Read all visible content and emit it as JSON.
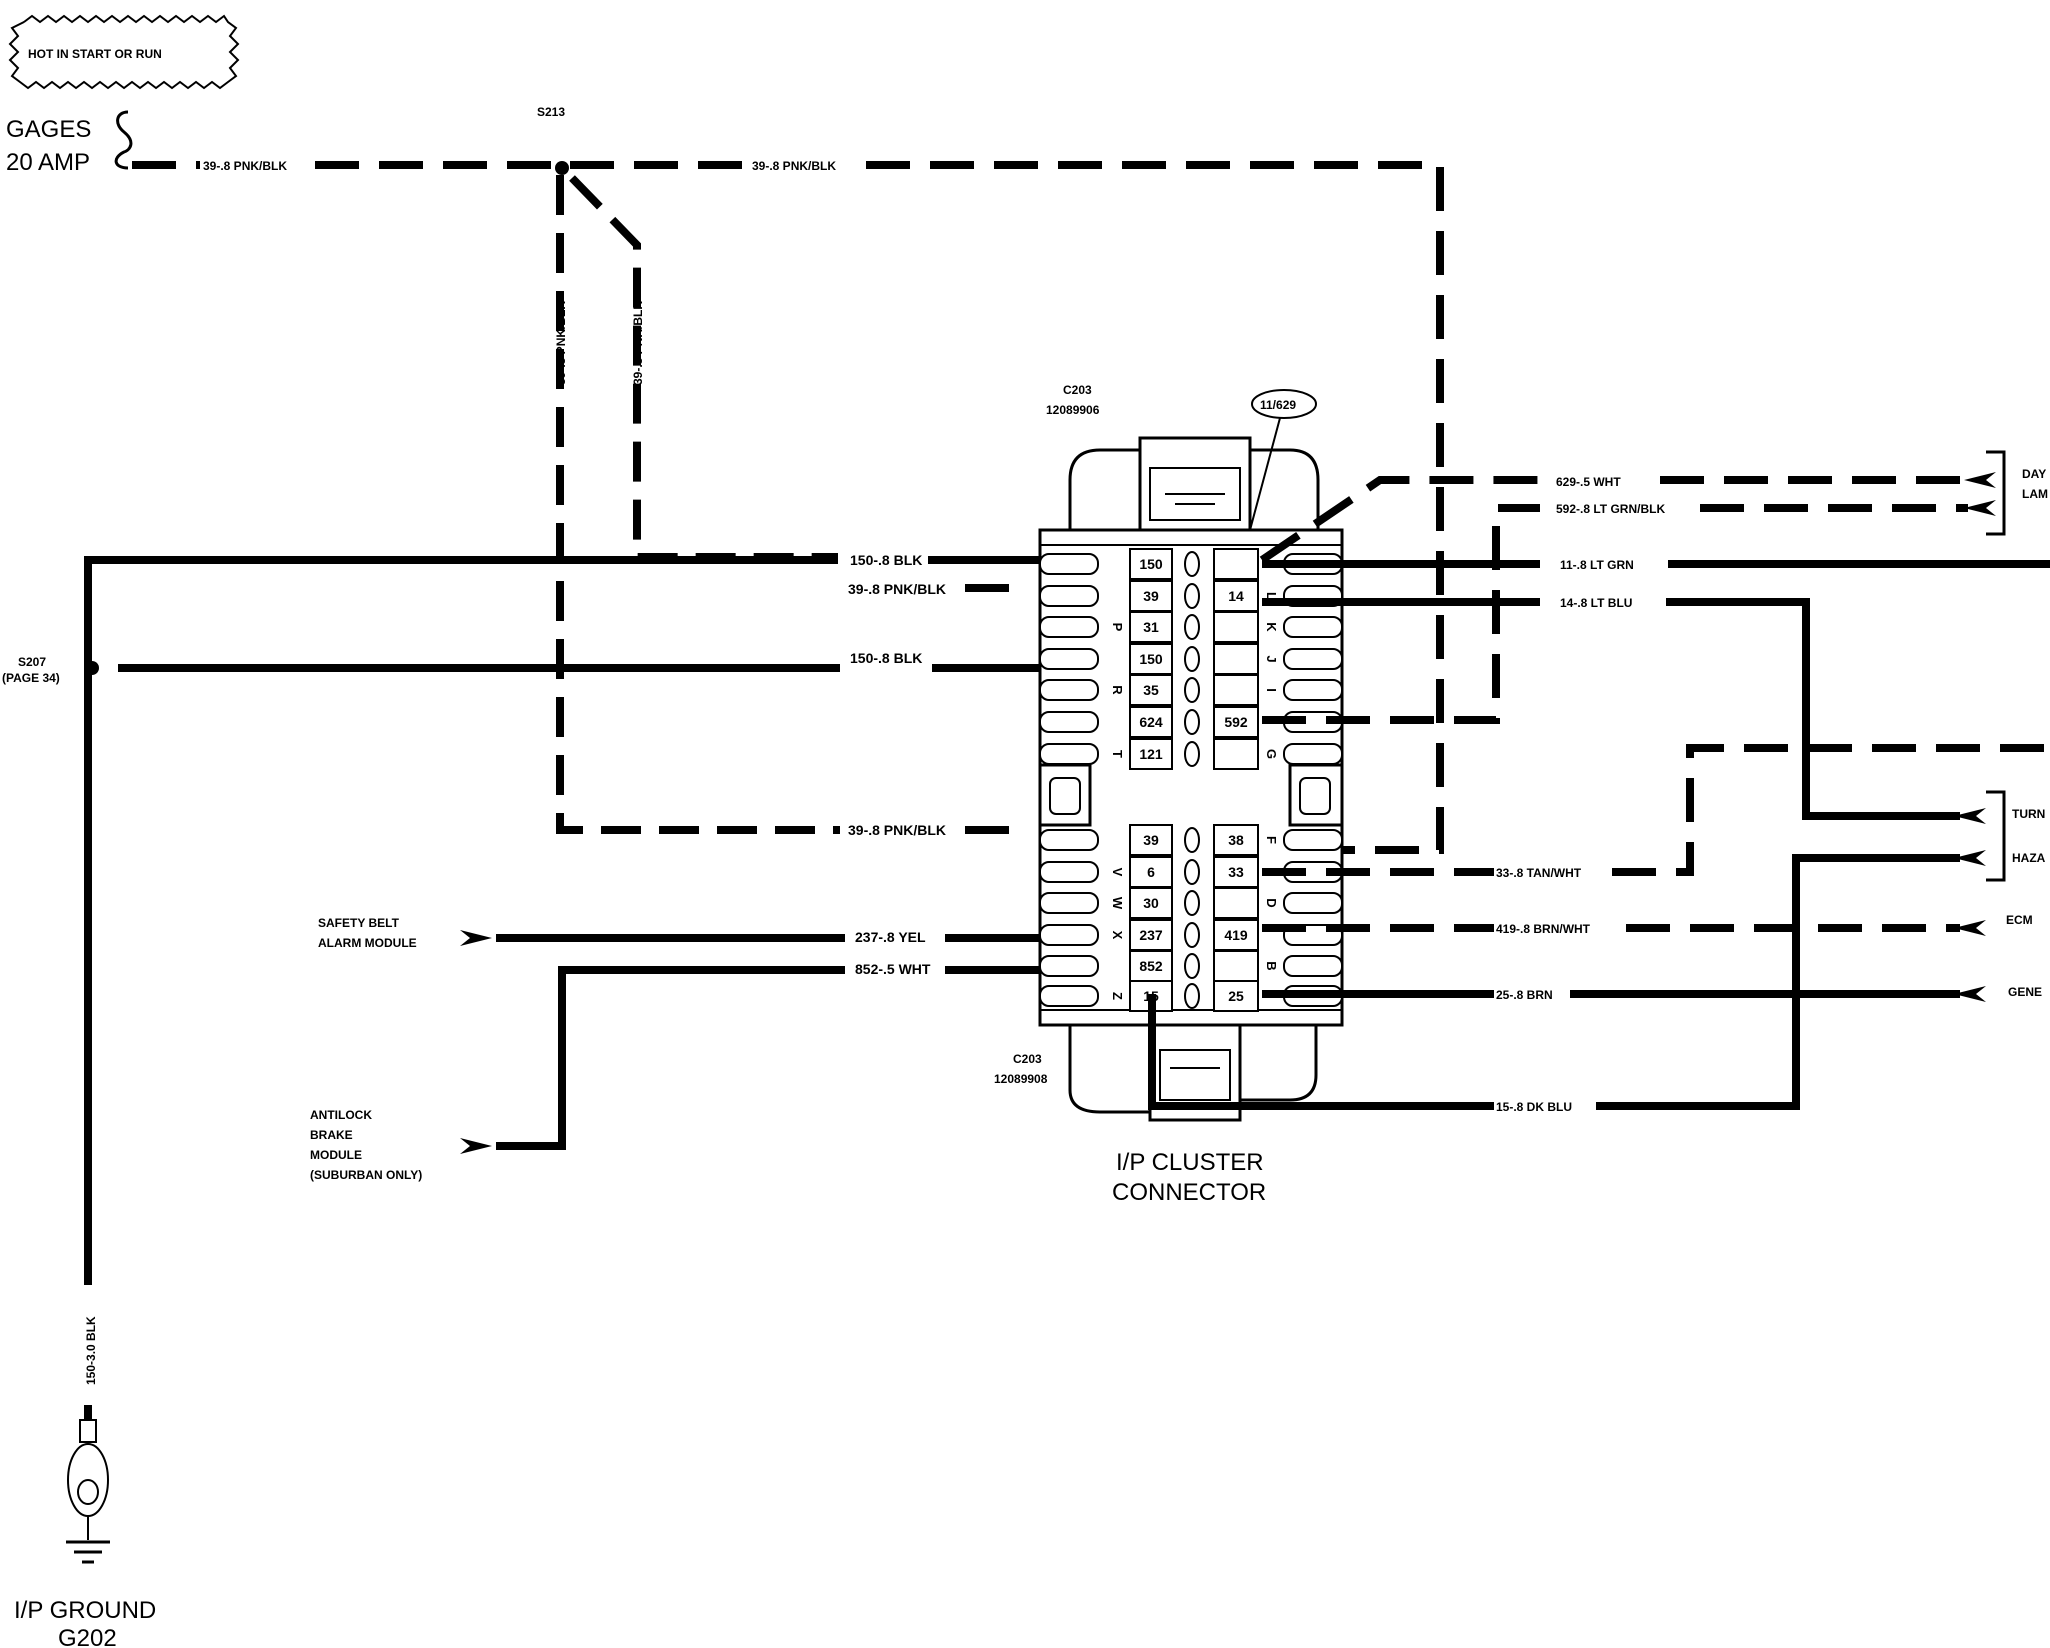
{
  "header": {
    "hot_label": "HOT IN START OR RUN"
  },
  "fuse": {
    "line1": "GAGES",
    "line2": "20 AMP"
  },
  "splices": {
    "s213": "S213",
    "s207": "S207",
    "s207_page": "(PAGE 34)"
  },
  "connector": {
    "title_line1": "I/P CLUSTER",
    "title_line2": "CONNECTOR",
    "top_id": "C203",
    "top_part": "12089906",
    "bottom_id": "C203",
    "bottom_part": "12089908",
    "callout": "11/629",
    "left_pins": [
      "150",
      "39",
      "31",
      "150",
      "35",
      "624",
      "121",
      "39",
      "6",
      "30",
      "237",
      "852",
      "15"
    ],
    "left_letters": [
      "",
      "",
      "P",
      "",
      "R",
      "",
      "T",
      "",
      "V",
      "W",
      "X",
      "",
      "Z"
    ],
    "right_pins": [
      "",
      "14",
      "",
      "",
      "",
      "592",
      "",
      "38",
      "33",
      "",
      "419",
      "",
      "25"
    ],
    "right_letters": [
      "",
      "L",
      "K",
      "J",
      "I",
      "",
      "G",
      "F",
      "",
      "D",
      "",
      "B",
      ""
    ]
  },
  "wires": {
    "top_left": "39-.8 PNK/BLK",
    "top_right": "39-.8 PNK/BLK",
    "vert_1": "39-.8 PNK/BLK",
    "vert_2": "39-.8 PNK/BLK",
    "w150_top": "150-.8 BLK",
    "w39_mid": "39-.8 PNK/BLK",
    "w150_mid": "150-.8 BLK",
    "w39_bottom": "39-.8 PNK/BLK",
    "w237": "237-.8 YEL",
    "w852": "852-.5 WHT",
    "ground_vert": "150-3.0 BLK",
    "w629": "629-.5 WHT",
    "w592": "592-.8 LT GRN/BLK",
    "w11": "11-.8 LT GRN",
    "w14": "14-.8 LT BLU",
    "w33": "33-.8 TAN/WHT",
    "w419": "419-.8 BRN/WHT",
    "w25": "25-.8 BRN",
    "w15": "15-.8 DK BLU"
  },
  "components": {
    "safety_line1": "SAFETY BELT",
    "safety_line2": "ALARM MODULE",
    "abs_line1": "ANTILOCK",
    "abs_line2": "BRAKE",
    "abs_line3": "MODULE",
    "abs_line4": "(SUBURBAN ONLY)",
    "ground_line1": "I/P GROUND",
    "ground_line2": "G202",
    "day_line1": "DAY",
    "day_line2": "LAM",
    "turn": "TURN",
    "haza": "HAZA",
    "ecm": "ECM",
    "gene": "GENE"
  }
}
